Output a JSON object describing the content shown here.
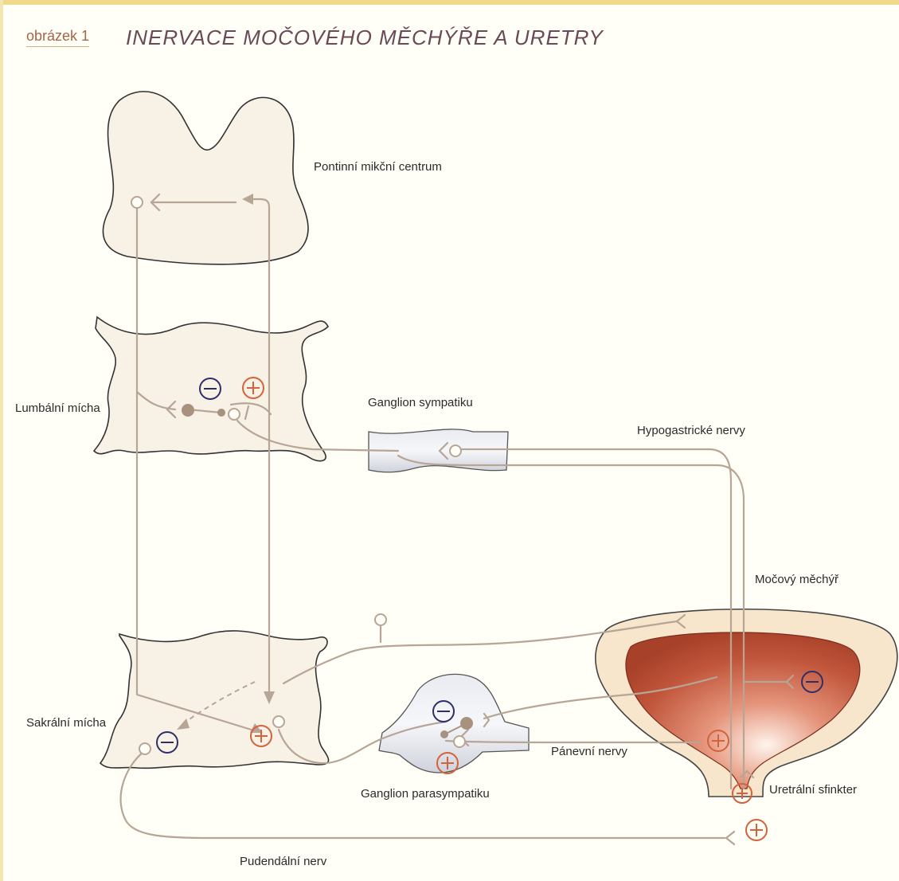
{
  "figure": {
    "label": "obrázek 1",
    "title": "INERVACE MOČOVÉHO MĚCHÝŘE A URETRY"
  },
  "labels": {
    "pons": "Pontinní mikční centrum",
    "lumbar": "Lumbální mícha",
    "ganglion_sympathetic": "Ganglion sympatiku",
    "hypogastric": "Hypogastrické nervy",
    "bladder": "Močový měchýř",
    "sacral": "Sakrální mícha",
    "pelvic": "Pánevní nervy",
    "ganglion_parasympathetic": "Ganglion parasympatiku",
    "urethral_sphincter": "Uretrální sfinkter",
    "pudendal": "Pudendální nerv"
  },
  "colors": {
    "nerve": "#b7a596",
    "excitatory": "#d4623a",
    "inhibitory": "#2f2f66",
    "tissue": "#f7f1e6",
    "bladder_outer": "#f7e6cc",
    "bladder_inner": "#b9482c"
  }
}
